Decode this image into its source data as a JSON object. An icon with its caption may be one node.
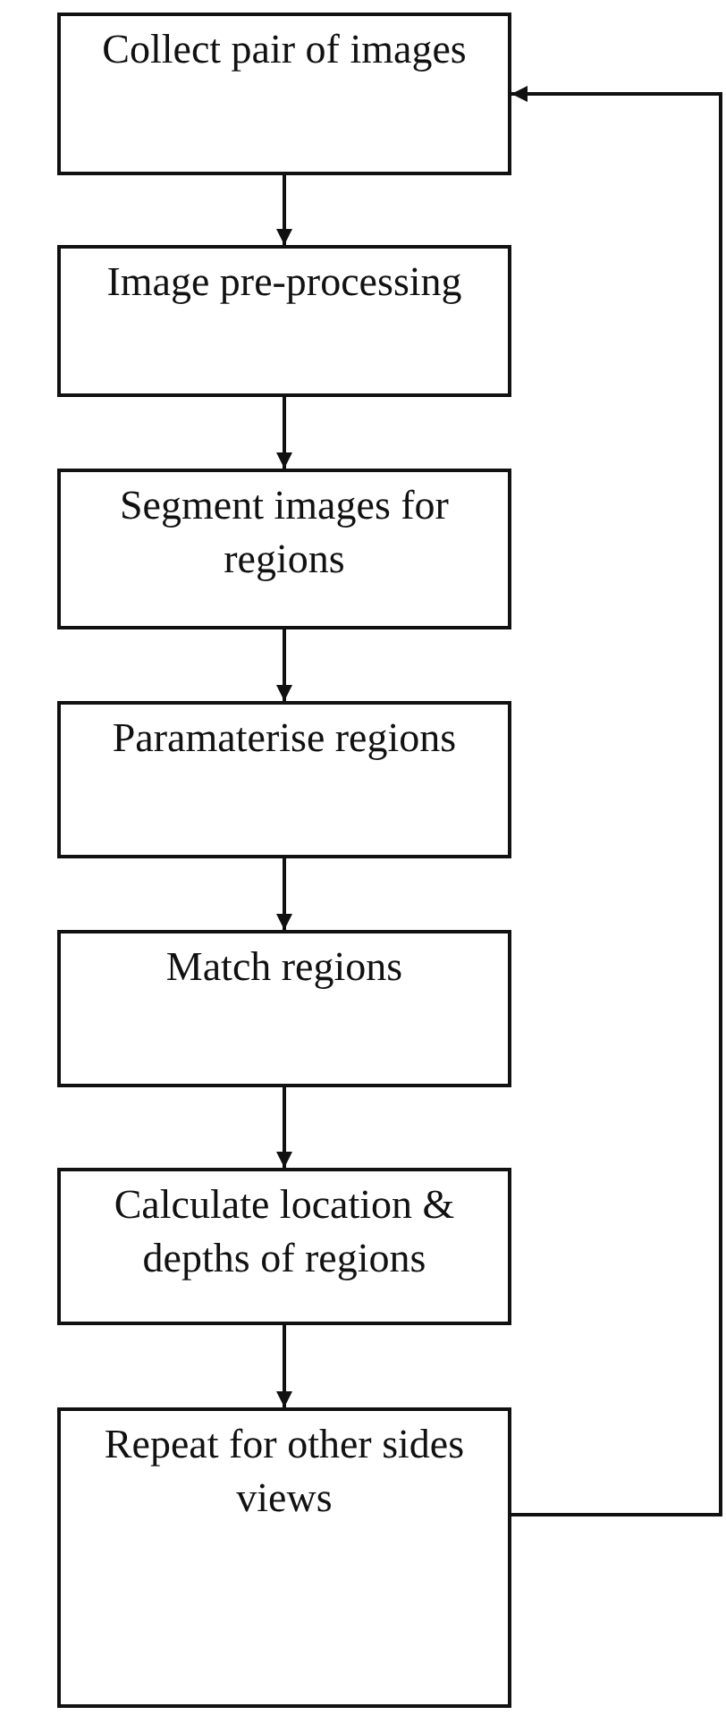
{
  "diagram": {
    "nodes": [
      {
        "text": [
          "Collect pair of images"
        ]
      },
      {
        "text": [
          "Image pre-processing"
        ]
      },
      {
        "text": [
          "Segment images for regions"
        ]
      },
      {
        "text": [
          "Paramaterise regions"
        ]
      },
      {
        "text": [
          "Match regions"
        ]
      },
      {
        "text": [
          "Calculate location & depths of regions"
        ]
      },
      {
        "text": [
          "Repeat for other sides views"
        ]
      }
    ],
    "edges": [
      {
        "from": 0,
        "to": 1,
        "arrow": "to"
      },
      {
        "from": 1,
        "to": 2,
        "arrow": "to"
      },
      {
        "from": 2,
        "to": 3,
        "arrow": "to"
      },
      {
        "from": 3,
        "to": 4,
        "arrow": "to"
      },
      {
        "from": 4,
        "to": 5,
        "arrow": "to"
      },
      {
        "from": 5,
        "to": 6,
        "arrow": "to"
      },
      {
        "from": 6,
        "to": 0,
        "arrow": "to"
      }
    ]
  }
}
